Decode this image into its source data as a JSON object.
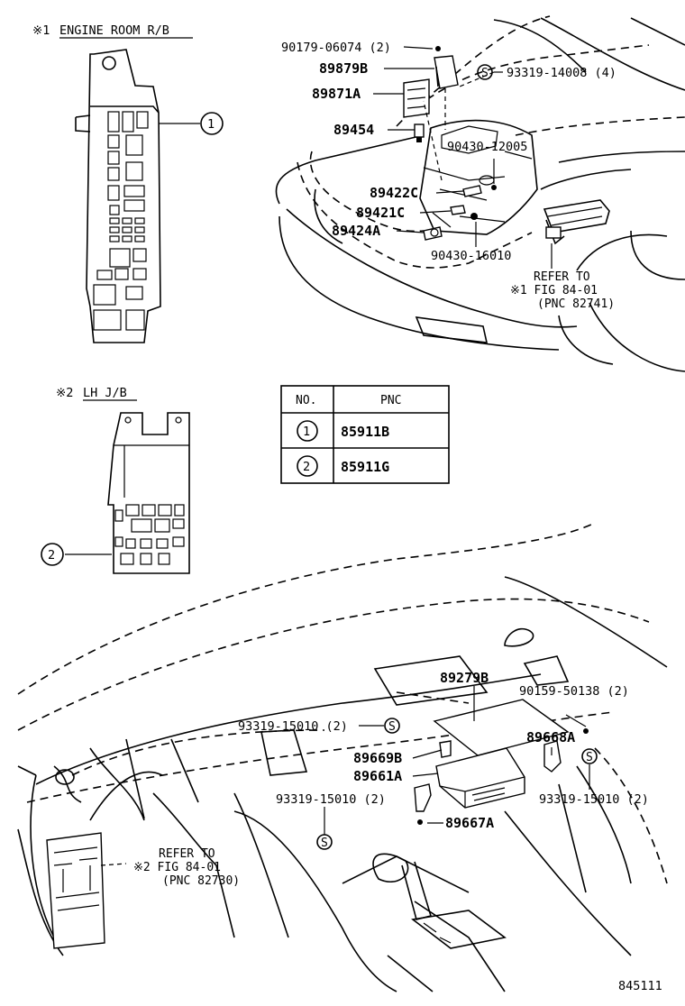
{
  "callouts": {
    "engine_room_mark": "※1",
    "engine_room_title": "ENGINE ROOM R/B",
    "lh_jb_mark": "※2",
    "lh_jb_title": "LH J/B"
  },
  "circle_labels": {
    "one": "1",
    "two": "2"
  },
  "parts": {
    "p90179": "90179-06074 (2)",
    "p89879B": "89879B",
    "p93319_14008": "93319-14008 (4)",
    "p89871A": "89871A",
    "p89454": "89454",
    "p90430_12005": "90430-12005",
    "p89422C": "89422C",
    "p89421C": "89421C",
    "p89424A": "89424A",
    "p90430_16010": "90430-16010",
    "p89279B": "89279B",
    "p90159_50138": "90159-50138 (2)",
    "p93319_15010_a": "93319-15010 (2)",
    "p89668A": "89668A",
    "p89669B": "89669B",
    "p89661A": "89661A",
    "p93319_15010_b": "93319-15010 (2)",
    "p93319_15010_c": "93319-15010 (2)",
    "p89667A": "89667A"
  },
  "refer1": {
    "line1": "REFER TO",
    "line2": "※1 FIG 84-01",
    "line3": "(PNC 82741)"
  },
  "refer2": {
    "line1": "REFER TO",
    "line2": "※2 FIG 84-01",
    "line3": "(PNC 82730)"
  },
  "table": {
    "header_no": "NO.",
    "header_pnc": "PNC",
    "rows": [
      {
        "no": "1",
        "pnc": "85911B"
      },
      {
        "no": "2",
        "pnc": "85911G"
      }
    ]
  },
  "diagram_id": "845111",
  "icons": {
    "s_clip": "S"
  }
}
